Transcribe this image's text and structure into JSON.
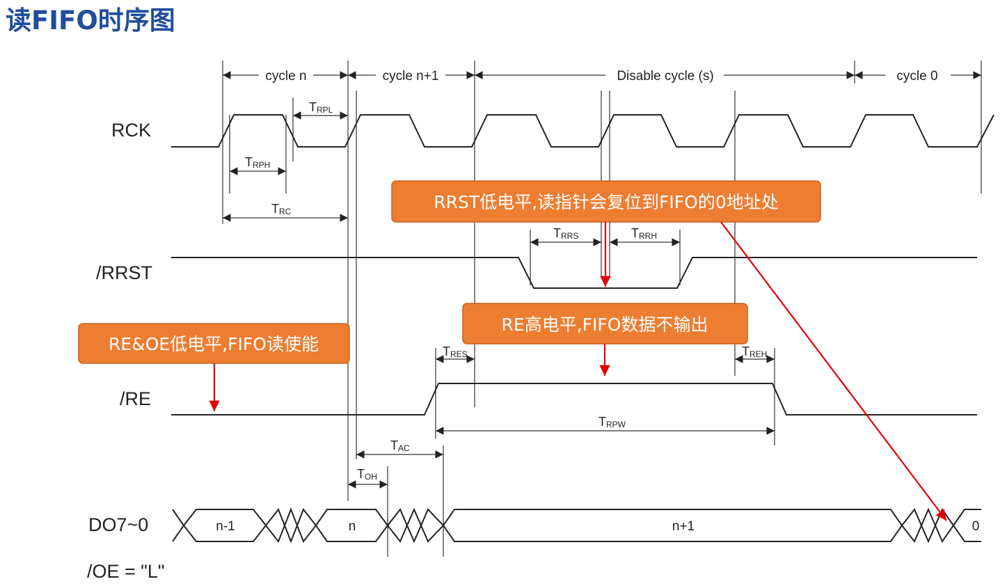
{
  "title": "读FIFO时序图",
  "signals": {
    "rck": "RCK",
    "rrst": "/RRST",
    "re": "/RE",
    "do": "DO7~0",
    "oe": "/OE = \"L\""
  },
  "cycles": {
    "cycle_n": "cycle n",
    "cycle_n1": "cycle n+1",
    "disable": "Disable cycle (s)",
    "cycle_0": "cycle 0"
  },
  "timings": {
    "trpl": {
      "main": "T",
      "sub": "RPL"
    },
    "trph": {
      "main": "T",
      "sub": "RPH"
    },
    "trc": {
      "main": "T",
      "sub": "RC"
    },
    "trrs": {
      "main": "T",
      "sub": "RRS"
    },
    "trrh": {
      "main": "T",
      "sub": "RRH"
    },
    "tres": {
      "main": "T",
      "sub": "RES"
    },
    "treh": {
      "main": "T",
      "sub": "REH"
    },
    "trpw": {
      "main": "T",
      "sub": "RPW"
    },
    "tac": {
      "main": "T",
      "sub": "AC"
    },
    "toh": {
      "main": "T",
      "sub": "OH"
    }
  },
  "data_values": {
    "d_nm1": "n-1",
    "d_n": "n",
    "d_np1": "n+1",
    "d_0": "0"
  },
  "callouts": {
    "rrst_note": "RRST低电平,读指针会复位到FIFO的0地址处",
    "re_high_note": "RE高电平,FIFO数据不输出",
    "re_oe_note": "RE&OE低电平,FIFO读使能"
  },
  "colors": {
    "title": "#1f4e9c",
    "callout": "#ed7d31",
    "arrow": "#e00000"
  }
}
